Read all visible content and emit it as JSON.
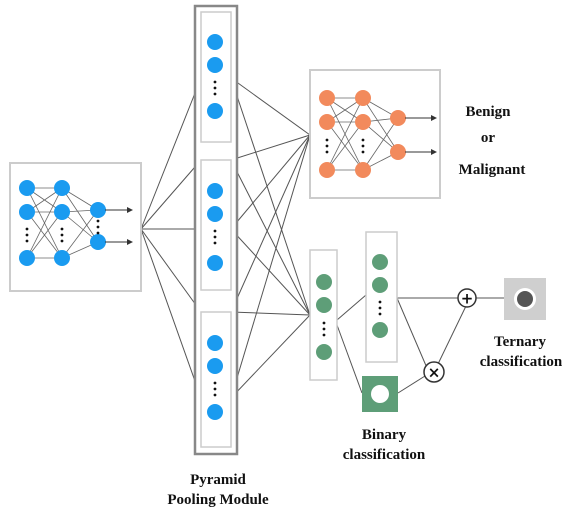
{
  "colors": {
    "input_node": "#1a9bf0",
    "pyramid_node": "#1a9bf0",
    "output_node": "#f28a5c",
    "binary_node": "#5e9e78",
    "binary_box_fill": "#5e9e78",
    "ternary_box_fill": "#cfcfcf",
    "ternary_dot": "#555555",
    "box_border": "#cccccc",
    "line": "#555555"
  },
  "labels": {
    "benign": "Benign",
    "or": "or",
    "malignant": "Malignant",
    "pyramid_line1": "Pyramid",
    "pyramid_line2": "Pooling Module",
    "binary_line1": "Binary",
    "binary_line2": "classification",
    "ternary_line1": "Ternary",
    "ternary_line2": "classification"
  },
  "operators": {
    "add": "+",
    "multiply": "×"
  },
  "icons": {
    "add": "plus-circle-icon",
    "multiply": "times-circle-icon",
    "binary_output": "binary-output-icon",
    "ternary_output": "ternary-output-icon"
  }
}
